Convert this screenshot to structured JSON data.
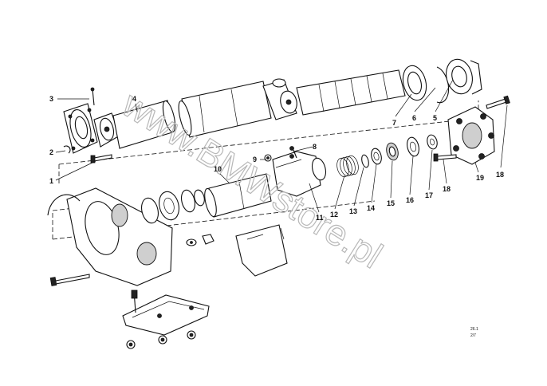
{
  "diagram": {
    "callouts": [
      {
        "id": "c1",
        "text": "1"
      },
      {
        "id": "c2",
        "text": "2"
      },
      {
        "id": "c3",
        "text": "3"
      },
      {
        "id": "c4",
        "text": "4"
      },
      {
        "id": "c5",
        "text": "5"
      },
      {
        "id": "c6",
        "text": "6"
      },
      {
        "id": "c7",
        "text": "7"
      },
      {
        "id": "c8",
        "text": "8"
      },
      {
        "id": "c9",
        "text": "9"
      },
      {
        "id": "c10",
        "text": "10"
      },
      {
        "id": "c11",
        "text": "11"
      },
      {
        "id": "c12",
        "text": "12"
      },
      {
        "id": "c13",
        "text": "13"
      },
      {
        "id": "c14",
        "text": "14"
      },
      {
        "id": "c15",
        "text": "15"
      },
      {
        "id": "c16",
        "text": "16"
      },
      {
        "id": "c17",
        "text": "17"
      },
      {
        "id": "c18a",
        "text": "18"
      },
      {
        "id": "c18b",
        "text": "18"
      },
      {
        "id": "c19",
        "text": "19"
      }
    ],
    "watermark": "www.BMWstore.pl",
    "drawing_code": [
      "26.1",
      "2/7"
    ]
  }
}
